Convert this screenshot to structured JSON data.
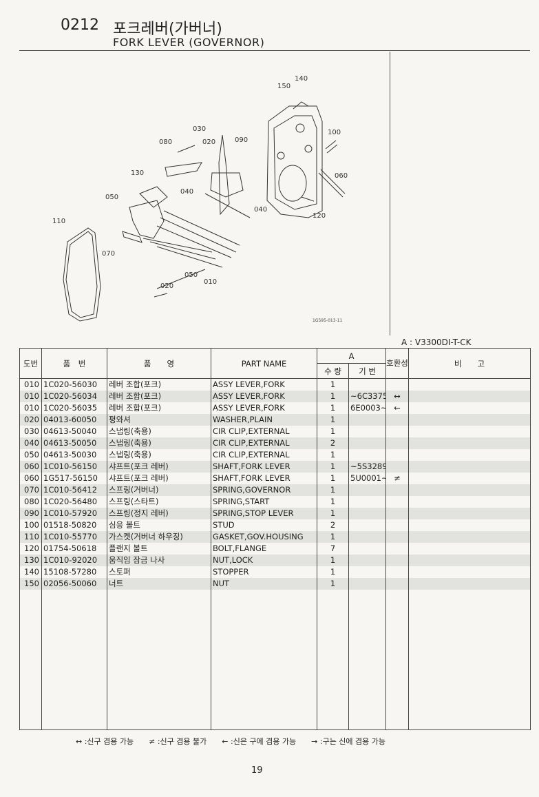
{
  "header": {
    "code": "0212",
    "title_ko": "포크레버(가버너)",
    "title_en": "FORK LEVER (GOVERNOR)"
  },
  "diagram": {
    "callouts": [
      "140",
      "150",
      "100",
      "030",
      "080",
      "020",
      "090",
      "060",
      "130",
      "040",
      "050",
      "040",
      "120",
      "110",
      "070",
      "050",
      "010",
      "020"
    ],
    "id": "1G595-013-11"
  },
  "model": "A : V3300DI-T-CK",
  "table": {
    "headers": {
      "no": "도번",
      "part_no": "품　번",
      "name_ko": "품　　영",
      "part_name": "PART NAME",
      "group_a": "A",
      "qty": "수 량",
      "serial": "기 번",
      "interchange": "호환성",
      "remarks": "비　　고"
    },
    "rows": [
      {
        "no": "010",
        "part_no": "1C020-56030",
        "name_ko": "레버 조합(포크)",
        "name_en": "ASSY LEVER,FORK",
        "qty": "1",
        "serial": "",
        "int": "",
        "shade": false
      },
      {
        "no": "010",
        "part_no": "1C020-56034",
        "name_ko": "레버 조합(포크)",
        "name_en": "ASSY LEVER,FORK",
        "qty": "1",
        "serial": "~6C3375",
        "int": "↔",
        "shade": true
      },
      {
        "no": "010",
        "part_no": "1C020-56035",
        "name_ko": "레버 조합(포크)",
        "name_en": "ASSY LEVER,FORK",
        "qty": "1",
        "serial": "6E0003~",
        "int": "←",
        "shade": false
      },
      {
        "no": "020",
        "part_no": "04013-60050",
        "name_ko": "평와셔",
        "name_en": "WASHER,PLAIN",
        "qty": "1",
        "serial": "",
        "int": "",
        "shade": true
      },
      {
        "no": "030",
        "part_no": "04613-50040",
        "name_ko": "스냅링(축용)",
        "name_en": "CIR CLIP,EXTERNAL",
        "qty": "1",
        "serial": "",
        "int": "",
        "shade": false
      },
      {
        "no": "040",
        "part_no": "04613-50050",
        "name_ko": "스냅링(축용)",
        "name_en": "CIR CLIP,EXTERNAL",
        "qty": "2",
        "serial": "",
        "int": "",
        "shade": true
      },
      {
        "no": "050",
        "part_no": "04613-50030",
        "name_ko": "스냅링(축용)",
        "name_en": "CIR CLIP,EXTERNAL",
        "qty": "1",
        "serial": "",
        "int": "",
        "shade": false
      },
      {
        "no": "060",
        "part_no": "1C010-56150",
        "name_ko": "샤프트(포크 레버)",
        "name_en": "SHAFT,FORK LEVER",
        "qty": "1",
        "serial": "~5S3289",
        "int": "",
        "shade": true
      },
      {
        "no": "060",
        "part_no": "1G517-56150",
        "name_ko": "샤프트(포크 레버)",
        "name_en": "SHAFT,FORK LEVER",
        "qty": "1",
        "serial": "5U0001~",
        "int": "≠",
        "shade": false
      },
      {
        "no": "070",
        "part_no": "1C010-56412",
        "name_ko": "스프링(거버너)",
        "name_en": "SPRING,GOVERNOR",
        "qty": "1",
        "serial": "",
        "int": "",
        "shade": true
      },
      {
        "no": "080",
        "part_no": "1C020-56480",
        "name_ko": "스프링(스타트)",
        "name_en": "SPRING,START",
        "qty": "1",
        "serial": "",
        "int": "",
        "shade": false
      },
      {
        "no": "090",
        "part_no": "1C010-57920",
        "name_ko": "스프링(정지 레버)",
        "name_en": "SPRING,STOP LEVER",
        "qty": "1",
        "serial": "",
        "int": "",
        "shade": true
      },
      {
        "no": "100",
        "part_no": "01518-50820",
        "name_ko": "심응 볼트",
        "name_en": "STUD",
        "qty": "2",
        "serial": "",
        "int": "",
        "shade": false
      },
      {
        "no": "110",
        "part_no": "1C010-55770",
        "name_ko": "가스켓(거버너 하우징)",
        "name_en": "GASKET,GOV.HOUSING",
        "qty": "1",
        "serial": "",
        "int": "",
        "shade": true
      },
      {
        "no": "120",
        "part_no": "01754-50618",
        "name_ko": "플랜지 볼트",
        "name_en": "BOLT,FLANGE",
        "qty": "7",
        "serial": "",
        "int": "",
        "shade": false
      },
      {
        "no": "130",
        "part_no": "1C010-92020",
        "name_ko": "움직임 잠금 나사",
        "name_en": "NUT,LOCK",
        "qty": "1",
        "serial": "",
        "int": "",
        "shade": true
      },
      {
        "no": "140",
        "part_no": "15108-57280",
        "name_ko": "스토퍼",
        "name_en": "STOPPER",
        "qty": "1",
        "serial": "",
        "int": "",
        "shade": false
      },
      {
        "no": "150",
        "part_no": "02056-50060",
        "name_ko": "너트",
        "name_en": "NUT",
        "qty": "1",
        "serial": "",
        "int": "",
        "shade": true
      }
    ]
  },
  "legend": [
    "↔ :신구 겸용 가능",
    "≠ :신구 겸용 불가",
    "← :신은 구에 겸용 가능",
    "→ :구는 신에 겸용 가능"
  ],
  "page_number": "19"
}
